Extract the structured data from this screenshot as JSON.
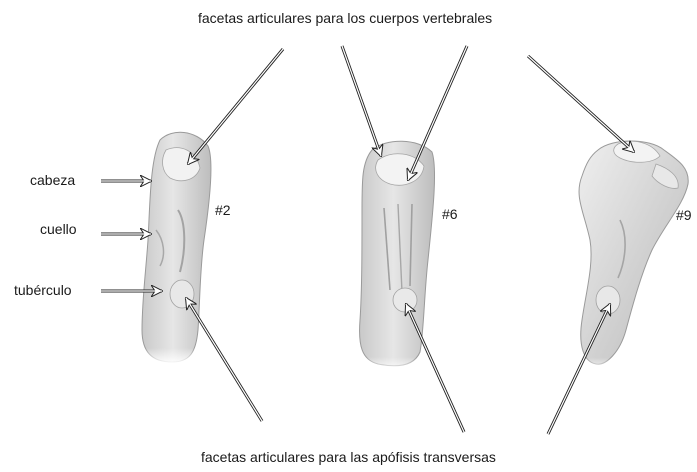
{
  "top_caption": "facetas articulares para los cuerpos vertebrales",
  "bottom_caption": "facetas articulares para las apófisis transversas",
  "part_labels": {
    "head": "cabeza",
    "neck": "cuello",
    "tubercle": "tubérculo"
  },
  "rib_numbers": [
    "#2",
    "#6",
    "#9"
  ],
  "colors": {
    "bone_fill": "#d9d9d9",
    "bone_shade": "#b3b3b3",
    "line": "#222222"
  }
}
